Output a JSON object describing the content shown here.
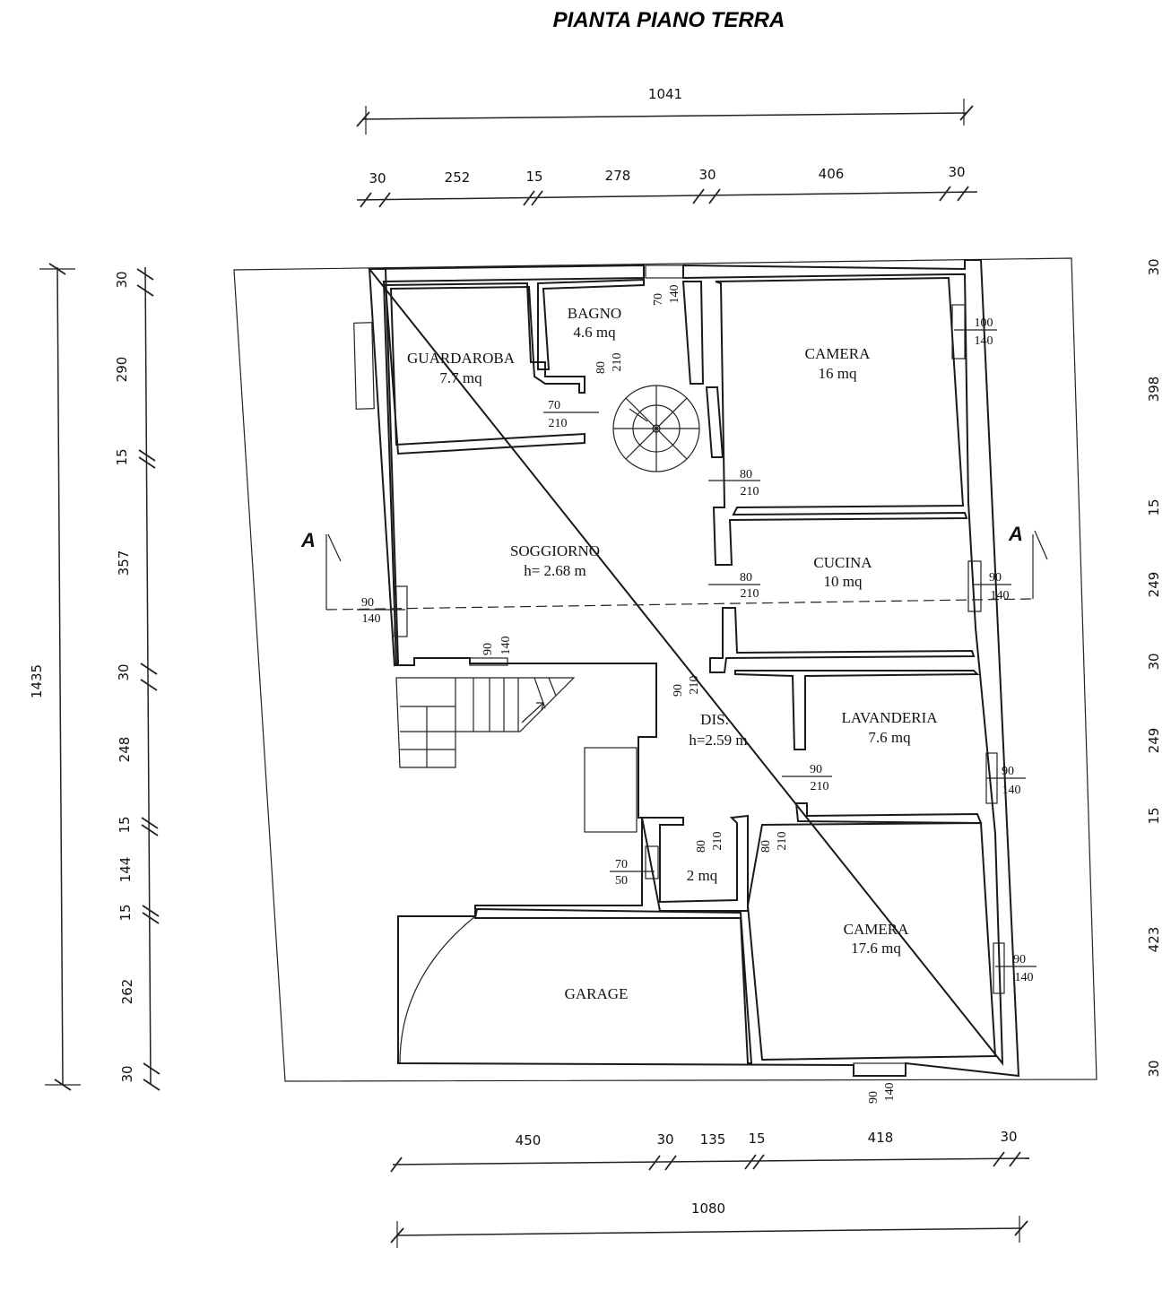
{
  "title": "PIANTA PIANO TERRA",
  "dimensions": {
    "top_total": "1041",
    "top_segments": [
      "30",
      "252",
      "15",
      "278",
      "30",
      "406",
      "30"
    ],
    "left_total": "1435",
    "left_segments": [
      "30",
      "290",
      "15",
      "357",
      "30",
      "248",
      "15",
      "144",
      "15",
      "262",
      "30"
    ],
    "right_segments": [
      "30",
      "398",
      "15",
      "249",
      "30",
      "249",
      "15",
      "423",
      "30"
    ],
    "bottom_segments": [
      "450",
      "30",
      "135",
      "15",
      "418",
      "30"
    ],
    "bottom_total": "1080"
  },
  "rooms": {
    "guardaroba": {
      "name": "GUARDAROBA",
      "area": "7.7 mq"
    },
    "bagno": {
      "name": "BAGNO",
      "area": "4.6 mq"
    },
    "camera1": {
      "name": "CAMERA",
      "area": "16 mq"
    },
    "soggiorno": {
      "name": "SOGGIORNO",
      "area": "h= 2.68 m"
    },
    "cucina": {
      "name": "CUCINA",
      "area": "10 mq"
    },
    "dis": {
      "name": "DIS.",
      "area": "h=2.59 m"
    },
    "lavanderia": {
      "name": "LAVANDERIA",
      "area": "7.6 mq"
    },
    "wc": {
      "area": "2 mq"
    },
    "camera2": {
      "name": "CAMERA",
      "area": "17.6 mq"
    },
    "garage": {
      "name": "GARAGE"
    }
  },
  "section_marker": "A",
  "openings": {
    "bagno_window": [
      "70",
      "140"
    ],
    "camera1_window": [
      "100",
      "140"
    ],
    "bagno_door": [
      "80",
      "210"
    ],
    "guardaroba_door": [
      "70",
      "210"
    ],
    "camera1_door": [
      "80",
      "210"
    ],
    "cucina_door": [
      "80",
      "210"
    ],
    "cucina_window": [
      "90",
      "140"
    ],
    "soggiorno_window": [
      "90",
      "140"
    ],
    "stair_window": [
      "90",
      "140"
    ],
    "dis_door": [
      "90",
      "210"
    ],
    "lavanderia_window": [
      "90",
      "140"
    ],
    "lavanderia_door": [
      "90",
      "210"
    ],
    "wc_door_a": [
      "80",
      "210"
    ],
    "wc_door_b": [
      "80",
      "210"
    ],
    "wc_window": [
      "70",
      "50"
    ],
    "camera2_window": [
      "90",
      "140"
    ],
    "camera2_bottom_window": [
      "90",
      "140"
    ]
  }
}
